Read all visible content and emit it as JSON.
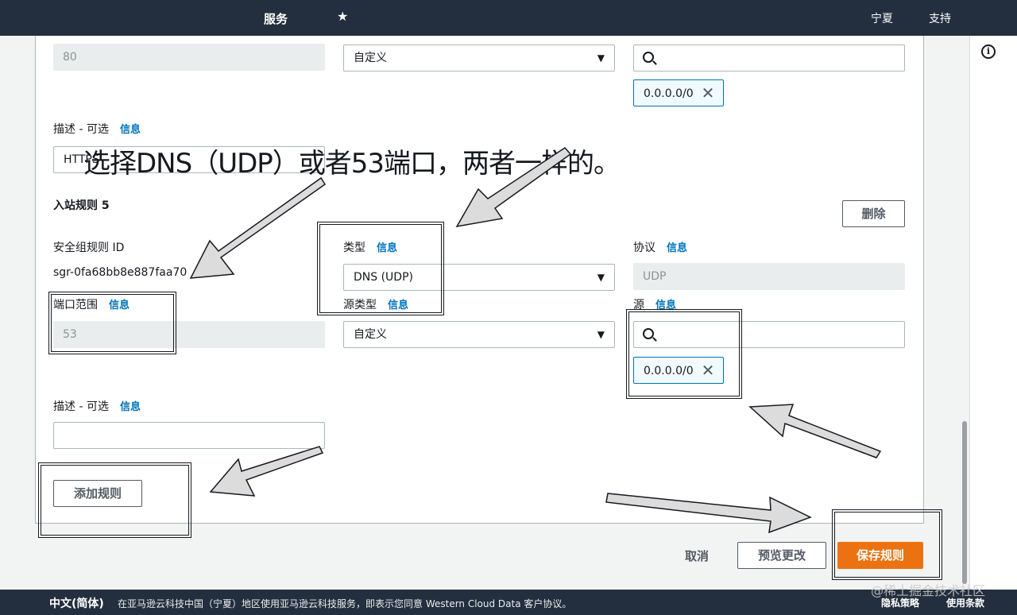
{
  "topbar": {
    "services": "服务",
    "pin": "★",
    "region": "宁夏",
    "support": "支持"
  },
  "rule4": {
    "port_value": "80",
    "source_type": "自定义",
    "source_cidr": "0.0.0.0/0",
    "desc_label": "描述 - 可选",
    "desc_value": "HTTPS",
    "info": "信息"
  },
  "annotation": "选择DNS（UDP）或者53端口，两者一样的。",
  "rule5": {
    "title": "入站规则 5",
    "delete": "删除",
    "sg_rule_id_label": "安全组规则 ID",
    "sg_rule_id": "sgr-0fa68bb8e887faa70",
    "type_label": "类型",
    "type_value": "DNS (UDP)",
    "protocol_label": "协议",
    "protocol_value": "UDP",
    "port_label": "端口范围",
    "port_value": "53",
    "source_type_label": "源类型",
    "source_type_value": "自定义",
    "source_label": "源",
    "source_cidr": "0.0.0.0/0",
    "desc_label": "描述 - 可选",
    "desc_value": "",
    "info": "信息"
  },
  "actions": {
    "add_rule": "添加规则",
    "cancel": "取消",
    "preview": "预览更改",
    "save": "保存规则"
  },
  "footer": {
    "lang": "中文(简体)",
    "notice": "在亚马逊云科技中国（宁夏）地区使用亚马逊云科技服务，即表示您同意 Western Cloud Data 客户协议。",
    "privacy": "隐私策略",
    "terms": "使用条款"
  },
  "watermark": "@稀土掘金技术社区",
  "colors": {
    "header": "#232f3e",
    "primary": "#ec7211",
    "link": "#0073bb"
  }
}
